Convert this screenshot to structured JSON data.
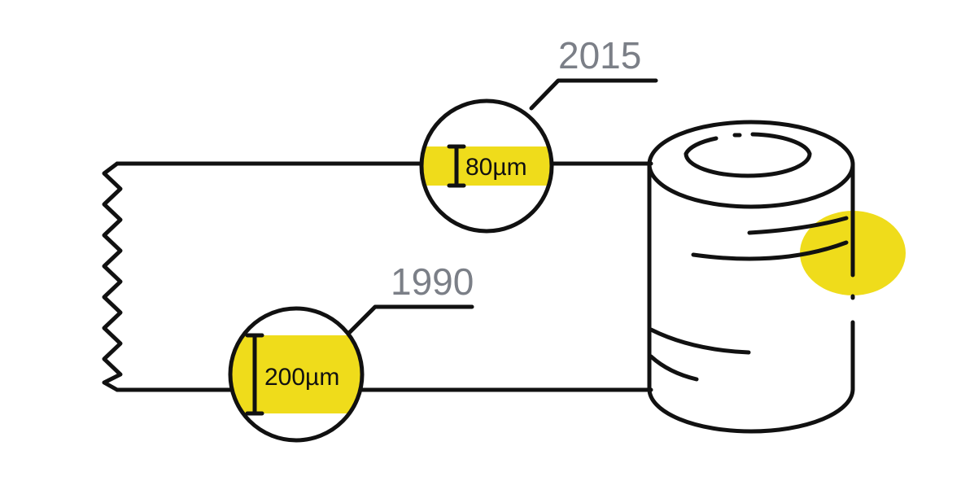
{
  "diagram": {
    "label_2015": {
      "year": "2015",
      "thickness": "80µm"
    },
    "label_1990": {
      "year": "1990",
      "thickness": "200µm"
    },
    "colors": {
      "highlight": "#efdc1b",
      "line": "#111111",
      "year_text": "#7b7f87",
      "background": "#ffffff"
    }
  }
}
